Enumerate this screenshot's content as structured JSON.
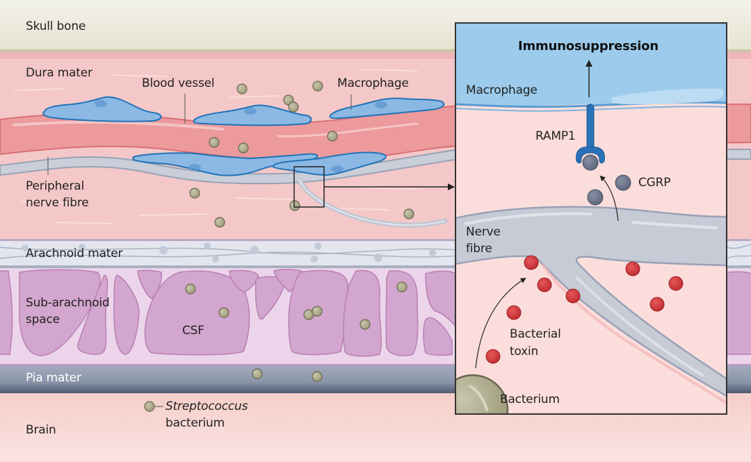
{
  "diagram": {
    "title": "Meningeal layers with Streptococcus infection and CGRP–RAMP1 immunosuppression pathway",
    "layers": {
      "skull": "Skull bone",
      "dura": "Dura mater",
      "arachnoid": "Arachnoid mater",
      "subarachnoid_line1": "Sub-arachnoid",
      "subarachnoid_line2": "space",
      "pia": "Pia mater",
      "brain": "Brain"
    },
    "structures": {
      "blood_vessel": "Blood vessel",
      "macrophage": "Macrophage",
      "nerve_line1": "Peripheral",
      "nerve_line2": "nerve fibre",
      "csf": "CSF"
    },
    "legend": {
      "bacterium_name": "Streptococcus",
      "bacterium_suffix": "bacterium"
    },
    "inset": {
      "effect": "Immunosuppression",
      "macrophage": "Macrophage",
      "receptor": "RAMP1",
      "neuropeptide": "CGRP",
      "nerve_line1": "Nerve",
      "nerve_line2": "fibre",
      "toxin_line1": "Bacterial",
      "toxin_line2": "toxin",
      "bacterium": "Bacterium"
    },
    "colors": {
      "skull": "#ebe8d9",
      "dura": "#f4c8c8",
      "blood_vessel": "#ec9a9c",
      "macrophage": "#8cb8e4",
      "macrophage_outline": "#1f73b7",
      "nerve": "#c5cad6",
      "arachnoid": "#e3e6ee",
      "subarachnoid": "#ecd5ea",
      "csf_cells": "#d3a6cf",
      "pia": "#8792a6",
      "brain": "#f8d8d4",
      "bacterium": "#a6a383",
      "toxin": "#d23a3e",
      "cgrp": "#6a7388",
      "receptor": "#2a72b8",
      "inset_bg": "#fbdedc",
      "inset_cell": "#9ccbec"
    }
  }
}
